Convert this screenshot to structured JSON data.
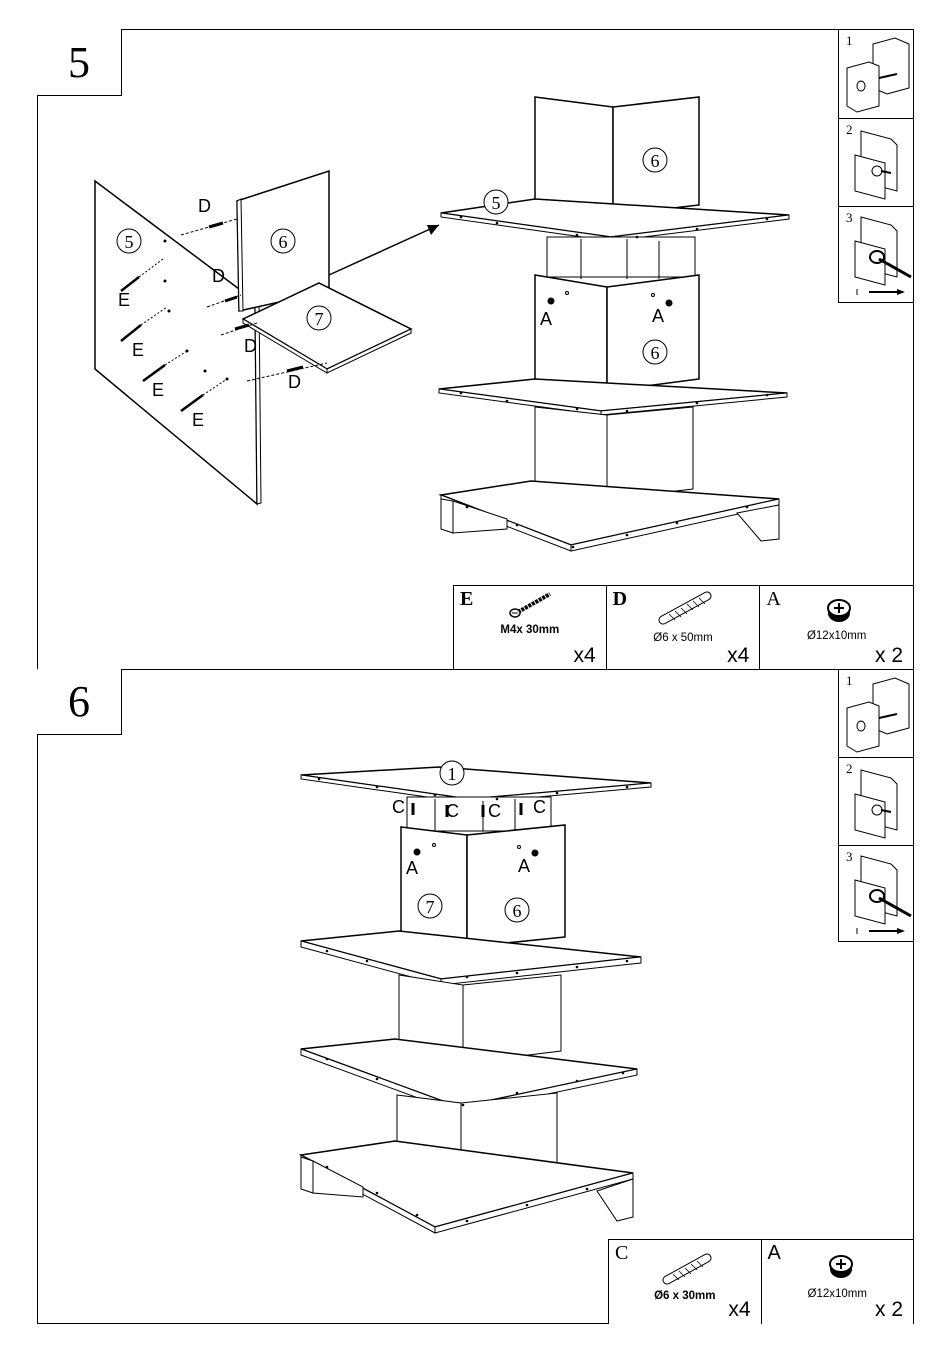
{
  "steps": [
    {
      "number": "5",
      "labels": {
        "dowel": "D",
        "screw": "E",
        "cam": "A",
        "panel_5": "5",
        "panel_6": "6",
        "panel_7": "7"
      },
      "parts": [
        {
          "letter": "E",
          "size": "M4x 30mm",
          "qty": "x4",
          "icon": "screw-icon"
        },
        {
          "letter": "D",
          "size": "Ø6 x  50mm",
          "qty": "x4",
          "icon": "dowel-icon"
        },
        {
          "letter": "A",
          "size": "Ø12x10mm",
          "qty": "x 2",
          "icon": "cam-lock-icon"
        }
      ],
      "side_steps": [
        "1",
        "2",
        "3"
      ]
    },
    {
      "number": "6",
      "labels": {
        "dowel": "C",
        "cam": "A",
        "panel_1": "1",
        "panel_6": "6",
        "panel_7": "7"
      },
      "parts": [
        {
          "letter": "C",
          "size": "Ø6 x 30mm",
          "qty": "x4",
          "icon": "dowel-icon"
        },
        {
          "letter": "A",
          "size": "Ø12x10mm",
          "qty": "x 2",
          "icon": "cam-lock-icon"
        }
      ],
      "side_steps": [
        "1",
        "2",
        "3"
      ]
    }
  ]
}
